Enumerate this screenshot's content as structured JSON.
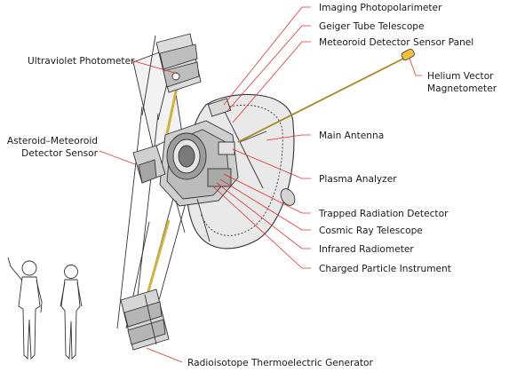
{
  "labels": {
    "imaging_photopolarimeter": "Imaging Photopolarimeter",
    "geiger_tube_telescope": "Geiger Tube Telescope",
    "meteoroid_detector_sensor_panel": "Meteoroid Detector Sensor Panel",
    "helium_vector_magnetometer_line1": "Helium Vector",
    "helium_vector_magnetometer_line2": "Magnetometer",
    "ultraviolet_photometer": "Ultraviolet Photometer",
    "asteroid_meteoroid_detector_line1": "Asteroid–Meteoroid",
    "asteroid_meteoroid_detector_line2": "Detector Sensor",
    "main_antenna": "Main Antenna",
    "plasma_analyzer": "Plasma Analyzer",
    "trapped_radiation_detector": "Trapped Radiation Detector",
    "cosmic_ray_telescope": "Cosmic Ray Telescope",
    "infrared_radiometer": "Infrared Radiometer",
    "charged_particle_instrument": "Charged Particle Instrument",
    "radioisotope_thermoelectric_generator": "Radioisotope Thermoelectric Generator"
  },
  "colors": {
    "leader_line": "#e0312b",
    "magnetometer_boom": "#c9a227",
    "rtg_boom": "#d4b23a",
    "dish_fill": "#e9e9e9",
    "outline": "#333333"
  }
}
